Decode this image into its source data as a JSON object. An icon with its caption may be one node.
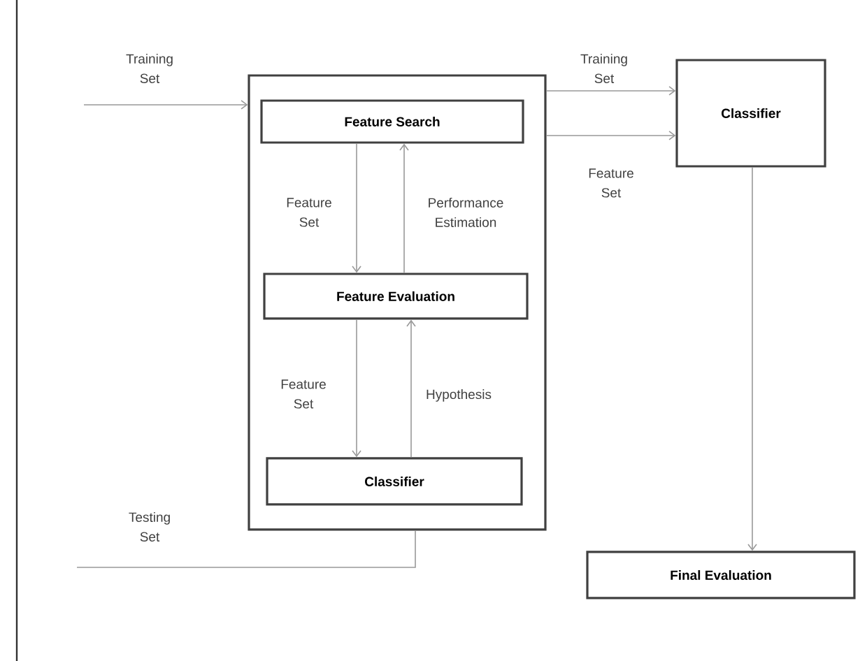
{
  "diagram": {
    "nodes": [
      {
        "text": [],
        "shape": "box"
      },
      {
        "text": [
          "Feature Search"
        ],
        "in": 0
      },
      {
        "text": [
          "Feature Evaluation"
        ],
        "in": 0
      },
      {
        "text": [
          "Classifier"
        ],
        "in": 0
      },
      {
        "text": [
          "Classifier"
        ]
      },
      {
        "text": [
          "Final Evaluation"
        ]
      }
    ],
    "edges": [
      {
        "from": null,
        "to": 0,
        "arrow": "to",
        "label": "Training Set"
      },
      {
        "from": 1,
        "to": 2,
        "arrow": "to",
        "label": "Feature Set"
      },
      {
        "from": 2,
        "to": 1,
        "arrow": "to",
        "label": "Performance Estimation"
      },
      {
        "from": 2,
        "to": 3,
        "arrow": "to",
        "label": "Feature Set"
      },
      {
        "from": 3,
        "to": 2,
        "arrow": "to",
        "label": "Hypothesis"
      },
      {
        "from": 0,
        "to": 4,
        "arrow": "to",
        "label": "Training Set"
      },
      {
        "from": 0,
        "to": 4,
        "arrow": "to",
        "label": "Feature Set"
      },
      {
        "from": 4,
        "to": 5,
        "arrow": "to"
      },
      {
        "from": null,
        "to": 0,
        "arrow": "none",
        "label": "Testing Set"
      }
    ]
  }
}
